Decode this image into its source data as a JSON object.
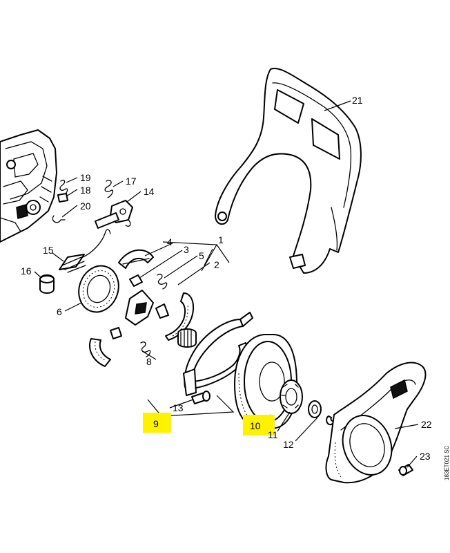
{
  "callouts": {
    "c1": "1",
    "c2": "2",
    "c3": "3",
    "c4": "4",
    "c5": "5",
    "c6": "6",
    "c8": "8",
    "c9": "9",
    "c10": "10",
    "c11": "11",
    "c12": "12",
    "c13": "13",
    "c14": "14",
    "c15": "15",
    "c16": "16",
    "c17": "17",
    "c18": "18",
    "c19": "19",
    "c20": "20",
    "c21": "21",
    "c22": "22",
    "c23": "23"
  },
  "highlighted_callouts": [
    "9",
    "10"
  ],
  "highlight_color": "#fff200",
  "drawing_ref": "183ET021 SC"
}
